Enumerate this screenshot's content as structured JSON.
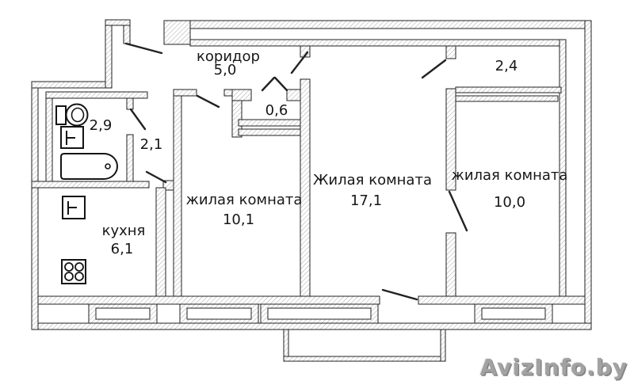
{
  "rooms": {
    "corridor": {
      "name": "коридор",
      "area": "5,0"
    },
    "closet": {
      "area": "0,6"
    },
    "bathroom": {
      "area": "2,9"
    },
    "hall": {
      "area": "2,1"
    },
    "kitchen": {
      "name": "кухня",
      "area": "6,1"
    },
    "living_room_1": {
      "name": "жилая комната",
      "area": "10,1"
    },
    "living_room_2": {
      "name": "Жилая комната",
      "area": "17,1"
    },
    "living_room_3": {
      "name": "жилая комната",
      "area": "10,0"
    },
    "storage_box": {
      "area": "2,4"
    }
  },
  "fixtures": {
    "bathroom": [
      "toilet",
      "sink",
      "bathtub"
    ],
    "kitchen": [
      "sink",
      "stove"
    ]
  },
  "watermark": {
    "text": "AvizInfo.by",
    "color": "#a2a2a2"
  },
  "colors": {
    "background": "#ffffff",
    "wall_hatch": "#aeaeae",
    "wall_outline": "#222222",
    "text": "#171717"
  }
}
